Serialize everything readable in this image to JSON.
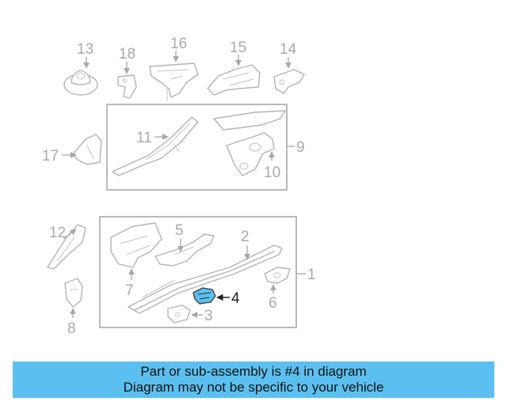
{
  "diagram": {
    "callouts": {
      "c1": "1",
      "c2": "2",
      "c3": "3",
      "c4": "4",
      "c5": "5",
      "c6": "6",
      "c7": "7",
      "c8": "8",
      "c9": "9",
      "c10": "10",
      "c11": "11",
      "c12": "12",
      "c13": "13",
      "c14": "14",
      "c15": "15",
      "c16": "16",
      "c17": "17",
      "c18": "18"
    },
    "highlighted_part": "4"
  },
  "banner": {
    "line1": "Part or sub-assembly is #4 in diagram",
    "line2": "Diagram may not be specific to your vehicle"
  },
  "colors": {
    "highlight": "#5bc0f0",
    "banner_background": "#5bc0f0",
    "line_art": "#b4b4b4",
    "callout_text": "#aaaaaa"
  }
}
